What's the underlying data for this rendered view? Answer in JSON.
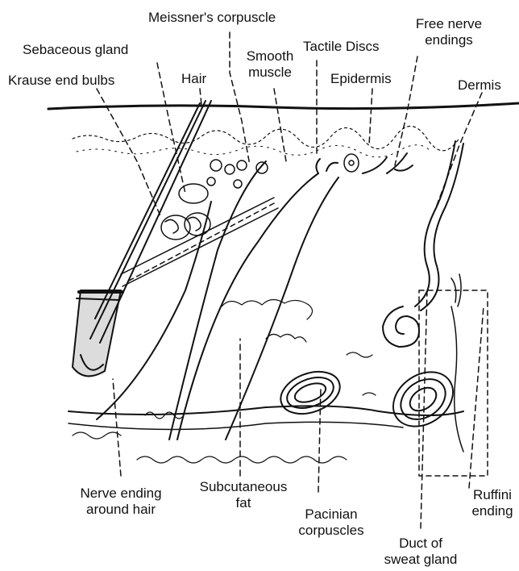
{
  "labels": {
    "meissner": "Meissner's corpuscle",
    "sebaceous": "Sebaceous gland",
    "smooth_muscle": [
      "Smooth",
      "muscle"
    ],
    "tactile_discs": "Tactile Discs",
    "free_nerve": [
      "Free nerve",
      "endings"
    ],
    "krause": "Krause end bulbs",
    "hair": "Hair",
    "epidermis": "Epidermis",
    "dermis": "Dermis",
    "nerve_hair": [
      "Nerve ending",
      "around hair"
    ],
    "subcutaneous": [
      "Subcutaneous",
      "fat"
    ],
    "pacinian": [
      "Pacinian",
      "corpuscles"
    ],
    "duct": [
      "Duct of",
      "sweat gland"
    ],
    "ruffini": [
      "Ruffini",
      "ending"
    ]
  },
  "colors": {
    "ink": "#111111",
    "background": "#ffffff"
  }
}
